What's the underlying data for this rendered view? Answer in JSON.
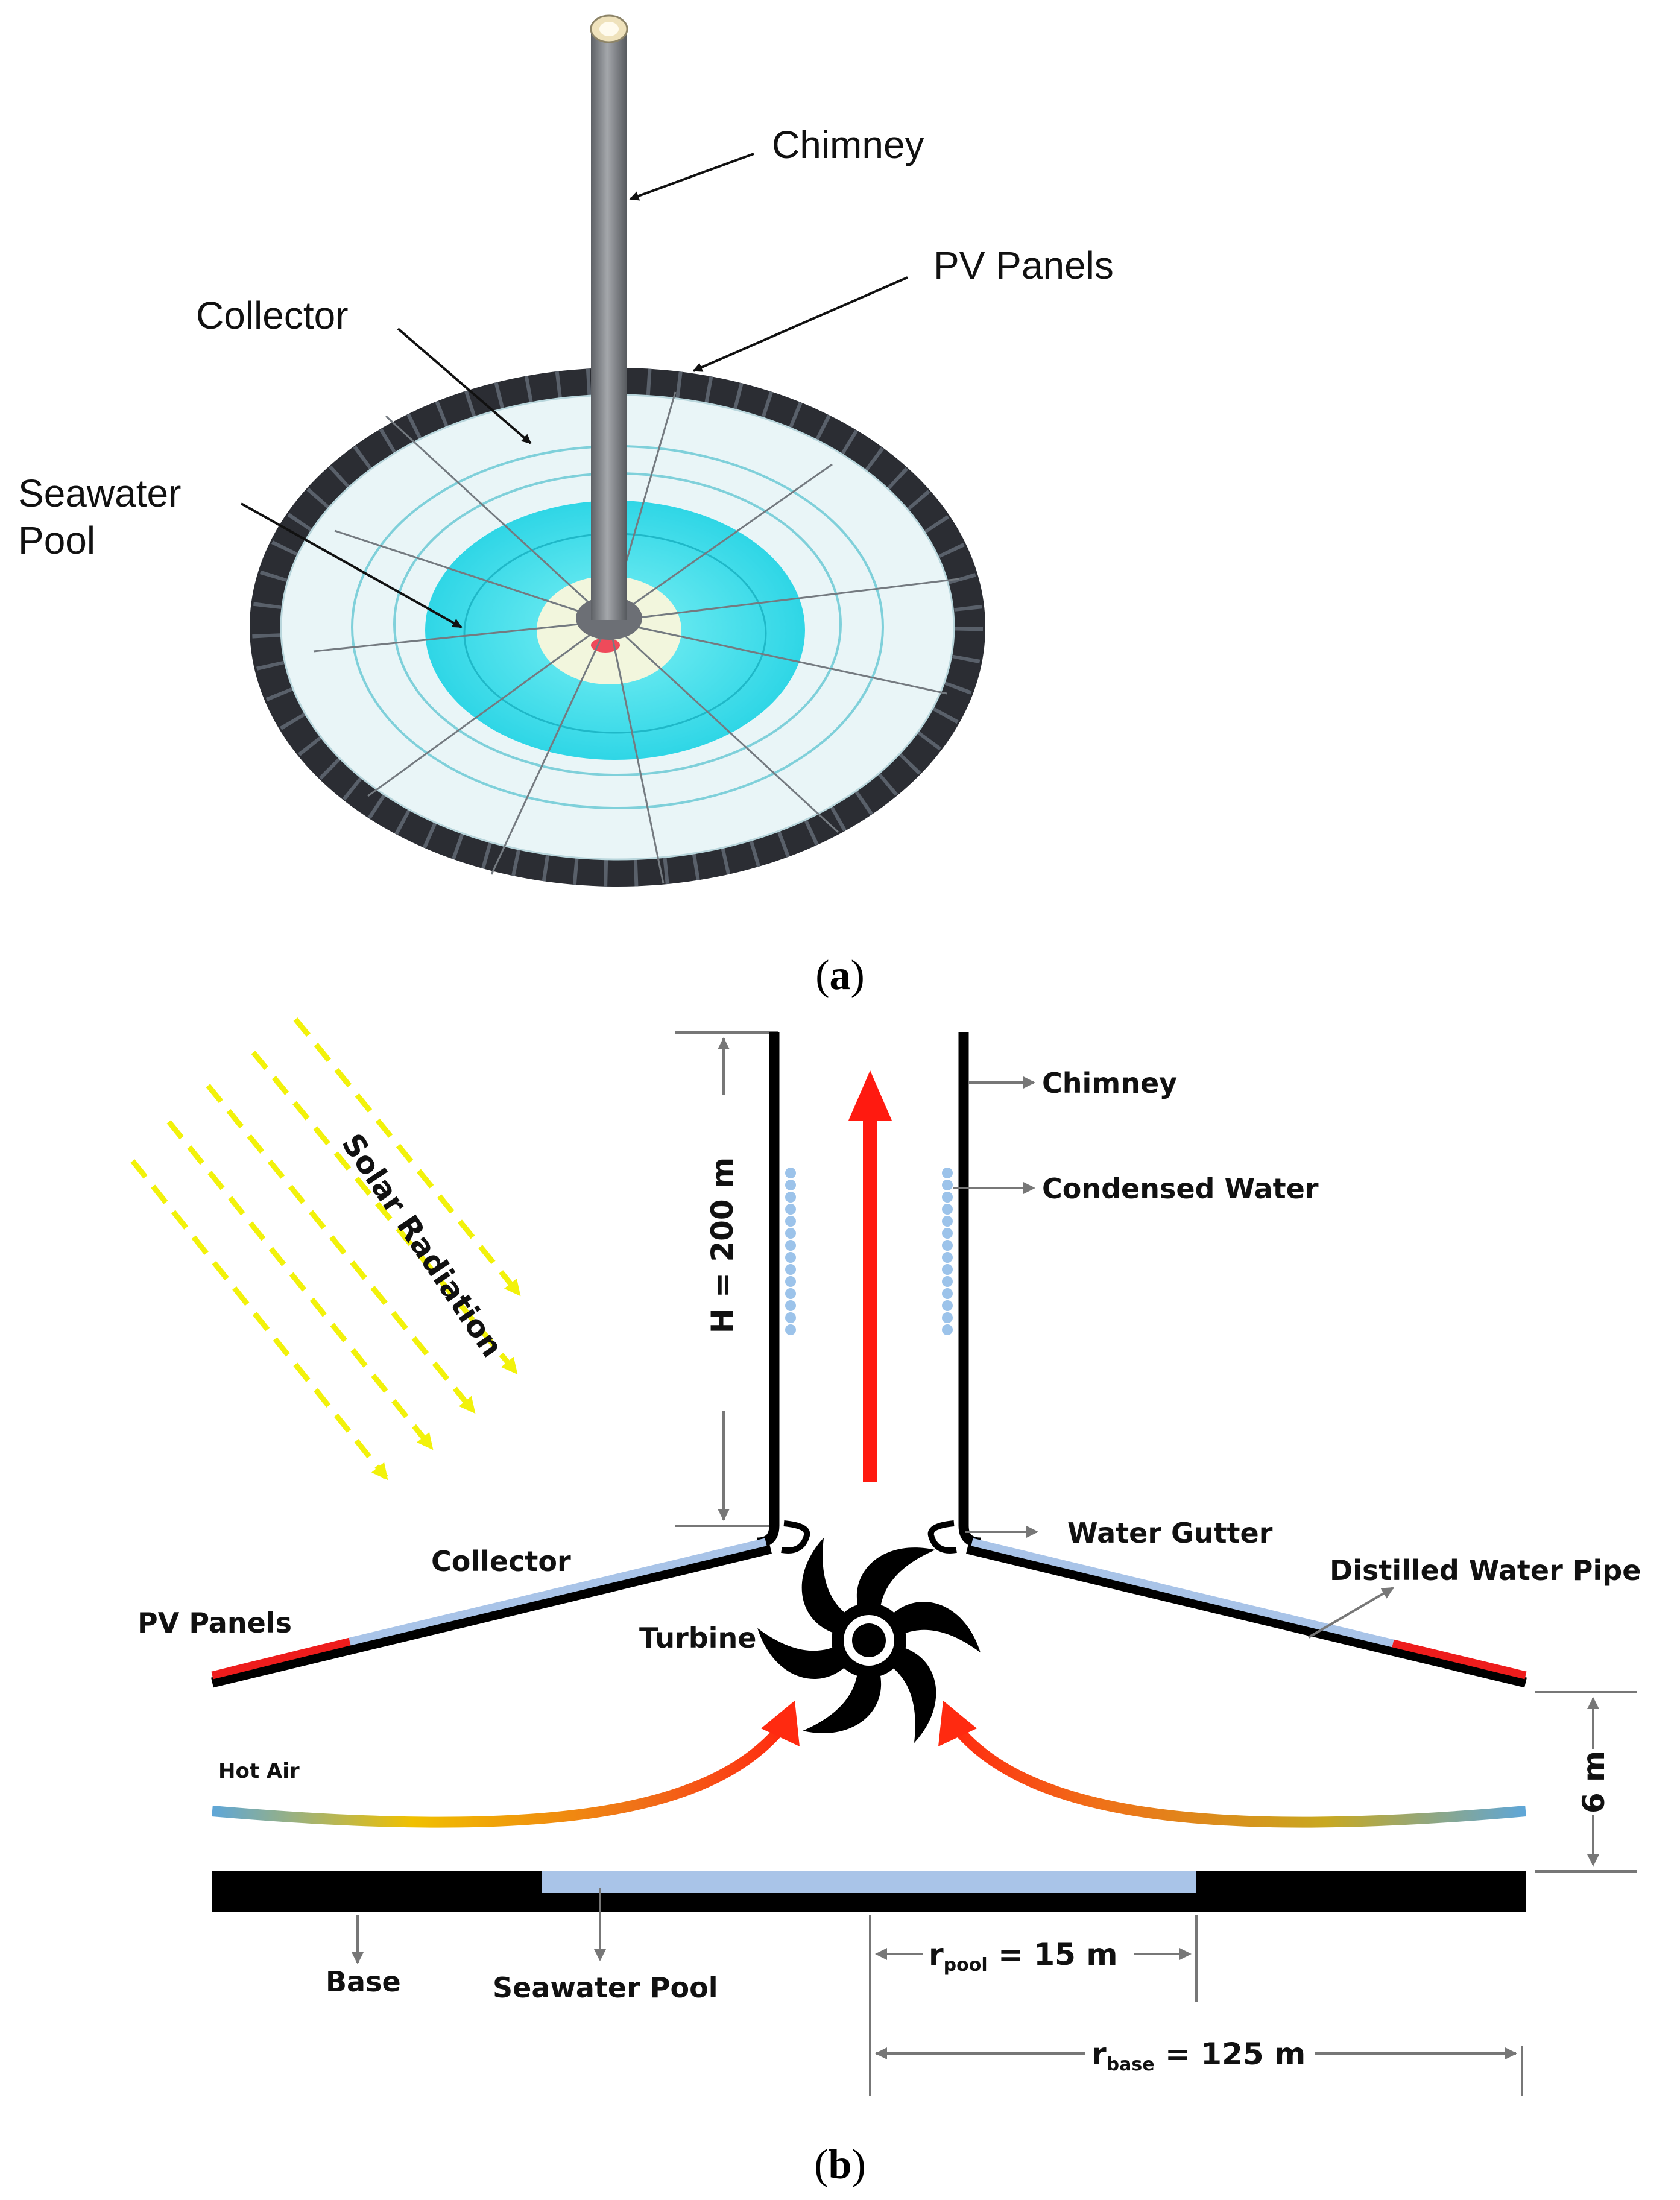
{
  "panel_a": {
    "caption_open": "(",
    "caption_letter": "a",
    "caption_close": ")",
    "labels": {
      "chimney": "Chimney",
      "pv_panels": "PV Panels",
      "collector": "Collector",
      "seawater_pool_line1": "Seawater",
      "seawater_pool_line2": "Pool"
    }
  },
  "panel_b": {
    "caption_open": "(",
    "caption_letter": "b",
    "caption_close": ")",
    "labels": {
      "chimney": "Chimney",
      "condensed_water": "Condensed Water",
      "water_gutter": "Water Gutter",
      "distilled_water_pipe": "Distilled Water Pipe",
      "collector": "Collector",
      "pv_panels": "PV Panels",
      "turbine": "Turbine",
      "hot_air": "Hot Air",
      "base": "Base",
      "seawater_pool": "Seawater Pool",
      "solar_radiation": "Solar Radiation"
    },
    "dimensions": {
      "height": "H = 200 m",
      "collector_height": "6 m",
      "r_pool_symbol": "r",
      "r_pool_sub": "pool",
      "r_pool_value": " = 15 m",
      "r_base_symbol": "r",
      "r_base_sub": "base",
      "r_base_value": " = 125 m"
    }
  },
  "colors": {
    "pv_panel": "#ee1c1c",
    "collector_glass": "#a9c4e8",
    "seawater": "#40e0ec",
    "chimney": "#8a8d92",
    "airflow_arrow": "#ff2a10",
    "droplets": "#9cc3ea",
    "solar_rays": "#f2f20a"
  }
}
